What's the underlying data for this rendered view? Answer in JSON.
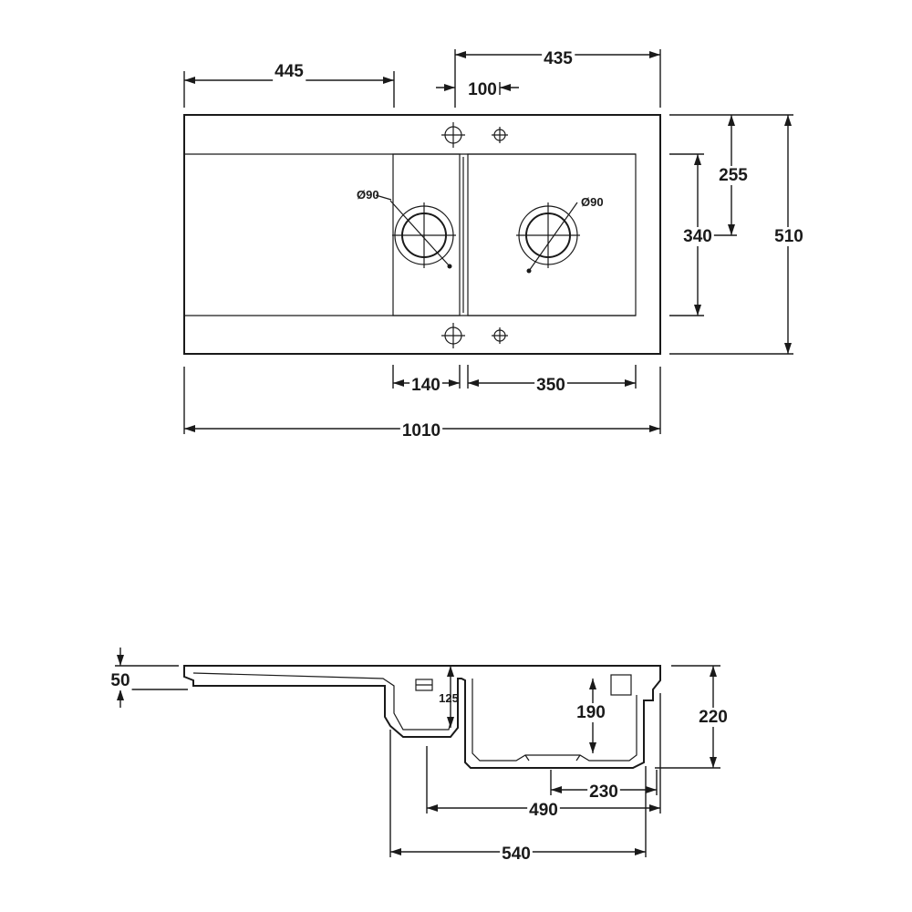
{
  "plan": {
    "dims": {
      "drainer_width": "445",
      "tap_group": "435",
      "tap_spacing": "100",
      "bowl_depth_to_tap": "255",
      "bowl_length": "340",
      "overall_depth": "510",
      "small_bowl_width": "140",
      "main_bowl_width": "350",
      "overall_width": "1010"
    },
    "waste_small": "Ø90",
    "waste_main": "Ø90"
  },
  "section": {
    "dims": {
      "deck_thickness": "50",
      "small_bowl_depth": "125",
      "main_bowl_inner_depth": "190",
      "overall_depth": "220",
      "waste_offset": "230",
      "bowls_span": "490",
      "drainer_to_edge": "540"
    }
  }
}
